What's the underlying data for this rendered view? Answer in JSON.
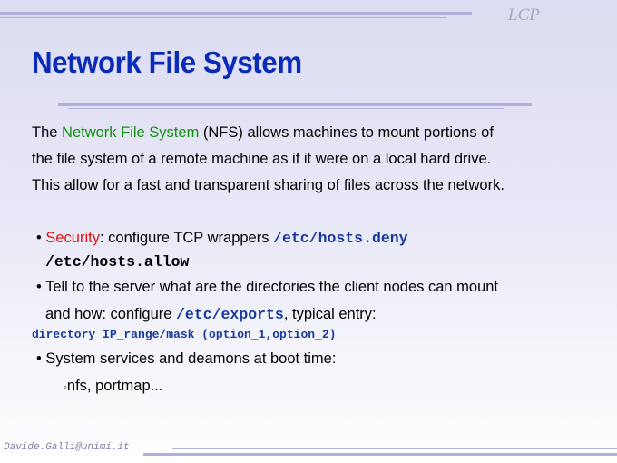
{
  "header": {
    "logo_text": "LCP"
  },
  "title": "Network File System",
  "intro": {
    "pre": "The ",
    "highlight": "Network File System",
    "line1_post": " (NFS) allows machines to mount portions of",
    "line2": "the file system of a remote machine as if it were on a local hard drive.",
    "line3": "This allow for a fast and transparent sharing of files across the network."
  },
  "bullets": [
    {
      "highlight": "Security",
      "text": ": configure TCP wrappers ",
      "code1": "/etc/hosts.deny",
      "code2": "/etc/hosts.allow"
    },
    {
      "line1": "Tell to the server what are the directories the client nodes can mount",
      "line2_pre": "and how: configure ",
      "code": "/etc/exports",
      "line2_post": ", typical entry:",
      "entry": "directory IP_range/mask (option_1,option_2)"
    },
    {
      "text": "System services and deamons at boot time:",
      "sub": "nfs, portmap..."
    }
  ],
  "footer": {
    "author": "Davide.Galli@unimi.it"
  }
}
